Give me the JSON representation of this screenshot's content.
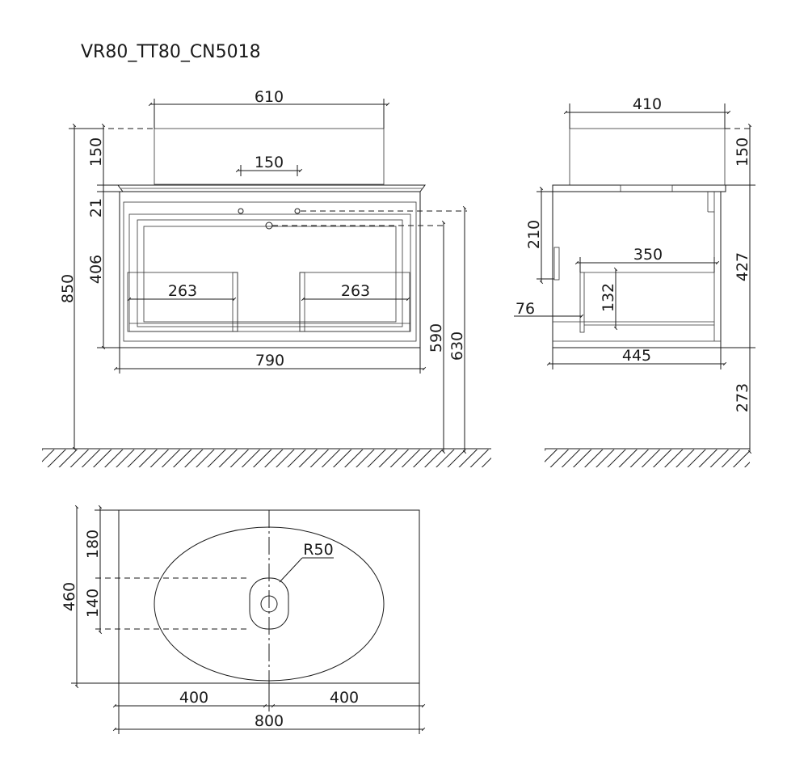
{
  "title": "VR80_TT80_CN5018",
  "front_view": {
    "basin_width": "610",
    "overflow_spacing": "150",
    "basin_height": "150",
    "top_thickness": "21",
    "cabinet_height": "406",
    "total_height": "850",
    "drawer_left_depth": "263",
    "drawer_right_depth": "263",
    "cabinet_width": "790",
    "drain_height": "590",
    "overflow_height": "630"
  },
  "side_view": {
    "basin_depth": "410",
    "basin_height": "150",
    "upper_drawer": "210",
    "drawer_depth": "350",
    "cabinet_height": "427",
    "drawer_height": "132",
    "drawer_offset": "76",
    "cabinet_depth": "445",
    "floor_clearance": "273"
  },
  "top_view": {
    "radius": "R50",
    "edge_offset": "180",
    "total_depth": "460",
    "drain_span": "140",
    "half_left": "400",
    "half_right": "400",
    "total_width": "800"
  }
}
